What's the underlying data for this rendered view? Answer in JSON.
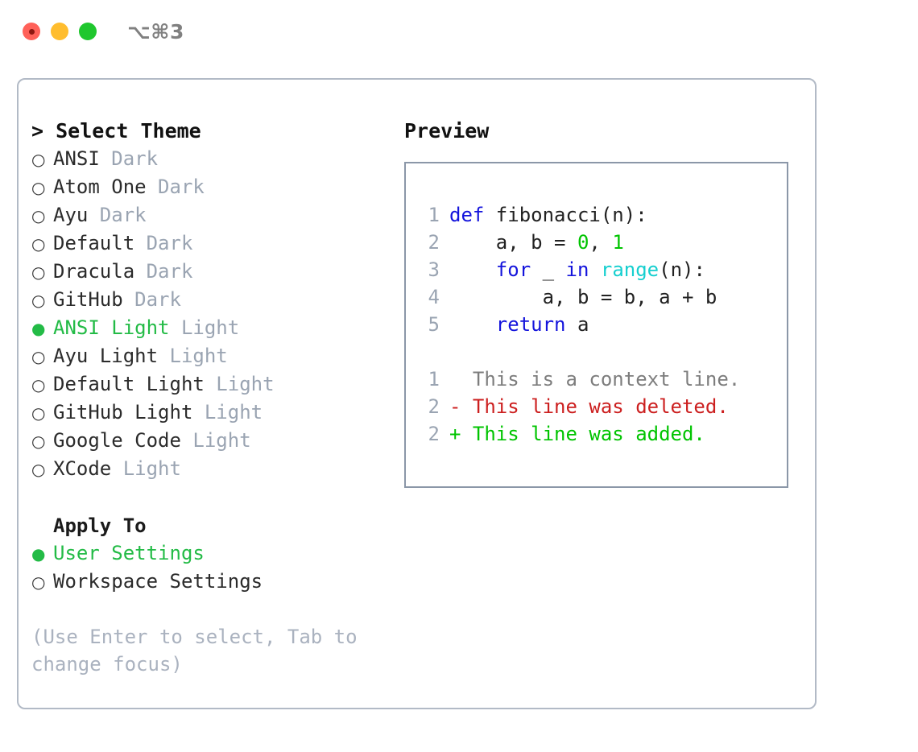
{
  "titlebar": {
    "shortcut": "⌥⌘3",
    "buttons": {
      "close": "close",
      "minimize": "minimize",
      "maximize": "maximize"
    }
  },
  "theme_panel": {
    "heading": "> Select Theme",
    "marker_selected": "●",
    "marker_unselected": "○",
    "items": [
      {
        "name": "ANSI",
        "kind": "Dark",
        "selected": false
      },
      {
        "name": "Atom One",
        "kind": "Dark",
        "selected": false
      },
      {
        "name": "Ayu",
        "kind": "Dark",
        "selected": false
      },
      {
        "name": "Default",
        "kind": "Dark",
        "selected": false
      },
      {
        "name": "Dracula",
        "kind": "Dark",
        "selected": false
      },
      {
        "name": "GitHub",
        "kind": "Dark",
        "selected": false
      },
      {
        "name": "ANSI Light",
        "kind": "Light",
        "selected": true
      },
      {
        "name": "Ayu Light",
        "kind": "Light",
        "selected": false
      },
      {
        "name": "Default Light",
        "kind": "Light",
        "selected": false
      },
      {
        "name": "GitHub Light",
        "kind": "Light",
        "selected": false
      },
      {
        "name": "Google Code",
        "kind": "Light",
        "selected": false
      },
      {
        "name": "XCode",
        "kind": "Light",
        "selected": false
      }
    ]
  },
  "apply_to": {
    "heading": "Apply To",
    "items": [
      {
        "name": "User Settings",
        "selected": true
      },
      {
        "name": "Workspace Settings",
        "selected": false
      }
    ]
  },
  "hint": "(Use Enter to select, Tab to change focus)",
  "preview": {
    "heading": "Preview",
    "code_lines": [
      {
        "ln": "1",
        "tokens": [
          {
            "t": "def",
            "c": "kw"
          },
          {
            "t": " fibonacci(n):",
            "c": "plain"
          }
        ]
      },
      {
        "ln": "2",
        "tokens": [
          {
            "t": "    a, b = ",
            "c": "plain"
          },
          {
            "t": "0",
            "c": "num"
          },
          {
            "t": ", ",
            "c": "plain"
          },
          {
            "t": "1",
            "c": "num"
          }
        ]
      },
      {
        "ln": "3",
        "tokens": [
          {
            "t": "    ",
            "c": "plain"
          },
          {
            "t": "for",
            "c": "kw"
          },
          {
            "t": " _ ",
            "c": "plain"
          },
          {
            "t": "in",
            "c": "kw"
          },
          {
            "t": " ",
            "c": "plain"
          },
          {
            "t": "range",
            "c": "fn"
          },
          {
            "t": "(n):",
            "c": "plain"
          }
        ]
      },
      {
        "ln": "4",
        "tokens": [
          {
            "t": "        a, b = b, a + b",
            "c": "plain"
          }
        ]
      },
      {
        "ln": "5",
        "tokens": [
          {
            "t": "    ",
            "c": "plain"
          },
          {
            "t": "return",
            "c": "kw"
          },
          {
            "t": " a",
            "c": "plain"
          }
        ]
      }
    ],
    "diff_lines": [
      {
        "ln": "1",
        "text": "  This is a context line.",
        "kind": "context"
      },
      {
        "ln": "2",
        "text": "- This line was deleted.",
        "kind": "del"
      },
      {
        "ln": "2",
        "text": "+ This line was added.",
        "kind": "add"
      }
    ]
  },
  "colors": {
    "selected_green": "#23bb46",
    "keyword_blue": "#1414dc",
    "function_cyan": "#15cfcf",
    "number_green": "#00c400",
    "diff_del_red": "#cc1f1f",
    "diff_add_green": "#00c400",
    "muted_gray": "#9aa4b2",
    "panel_border": "#b2bac6",
    "preview_border": "#8b97a8"
  }
}
